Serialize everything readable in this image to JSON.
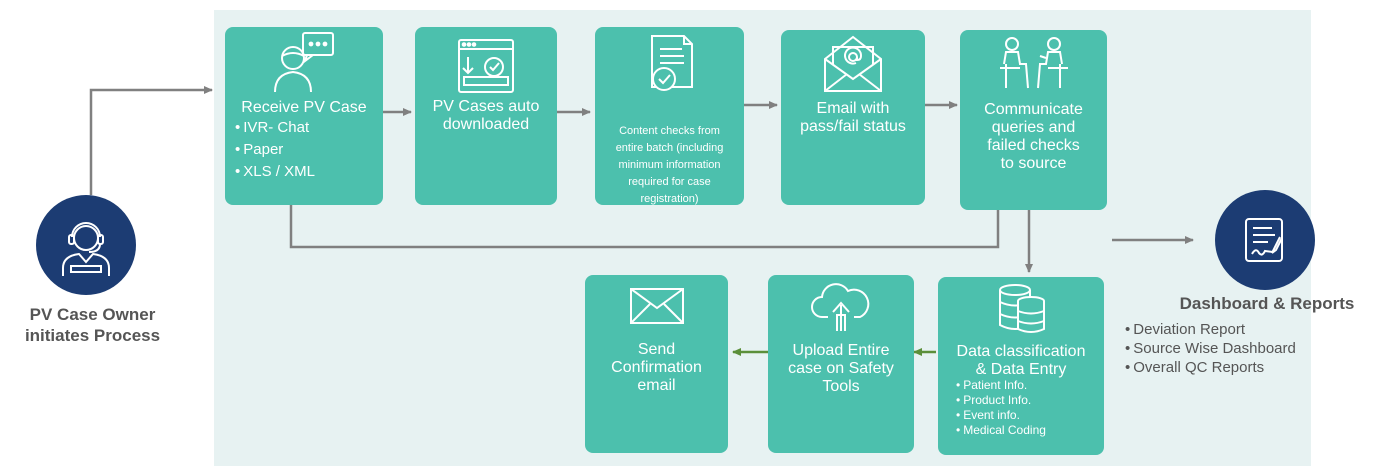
{
  "owner": {
    "label_line1": "PV Case Owner",
    "label_line2": "initiates Process",
    "icon": "call-center-agent-icon"
  },
  "steps": {
    "receive": {
      "title": "Receive PV Case",
      "items": [
        "IVR- Chat",
        "Paper",
        "XLS / XML"
      ],
      "icon": "chat-person-icon"
    },
    "download": {
      "title_line1": "PV Cases auto",
      "title_line2": "downloaded",
      "icon": "download-window-icon"
    },
    "content_check": {
      "text_line1": "Content checks from",
      "text_line2": "entire batch (including",
      "text_line3": "minimum information",
      "text_line4": "required for case",
      "text_line5": "registration)",
      "icon": "document-check-icon"
    },
    "email_status": {
      "title_line1": "Email with",
      "title_line2": "pass/fail status",
      "icon": "email-at-icon"
    },
    "communicate": {
      "title_line1": "Communicate",
      "title_line2": "queries and",
      "title_line3": "failed checks",
      "title_line4": "to source",
      "icon": "meeting-people-icon"
    },
    "confirmation": {
      "title_line1": "Send",
      "title_line2": "Confirmation",
      "title_line3": "email",
      "icon": "envelope-icon"
    },
    "upload": {
      "title_line1": "Upload Entire",
      "title_line2": "case on Safety",
      "title_line3": "Tools",
      "icon": "cloud-upload-icon"
    },
    "classification": {
      "title_line1": "Data classification",
      "title_line2": "& Data Entry",
      "items": [
        "Patient Info.",
        "Product Info.",
        "Event info.",
        "Medical Coding"
      ],
      "icon": "database-icon"
    }
  },
  "dashboard": {
    "title": "Dashboard & Reports",
    "items": [
      "Deviation Report",
      "Source Wise Dashboard",
      "Overall QC Reports"
    ],
    "icon": "signed-report-icon"
  },
  "colors": {
    "box": "#4cc0ad",
    "panel": "#e7f2f2",
    "circle": "#1c3c73",
    "arrow_gray": "#808080",
    "arrow_green": "#5b8f3a",
    "text_gray": "#555555"
  }
}
